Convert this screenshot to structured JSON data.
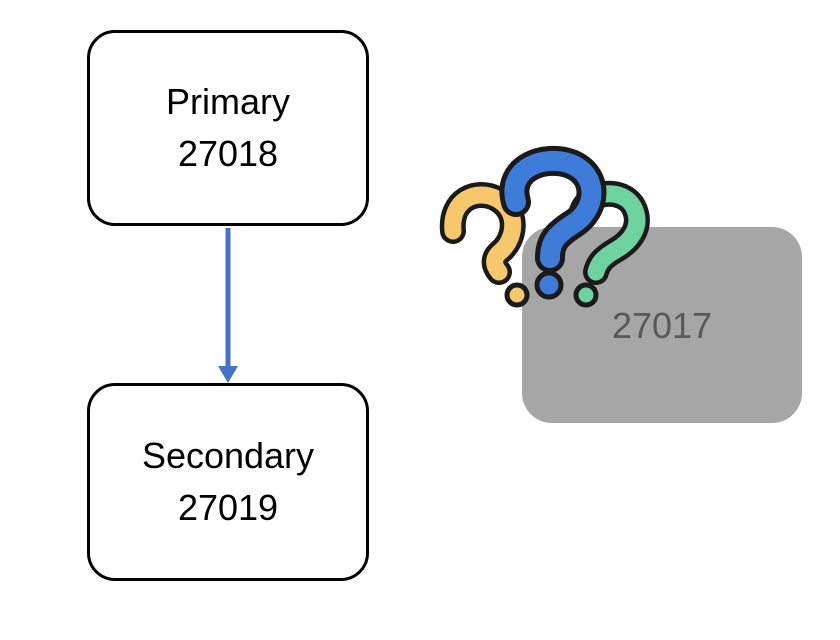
{
  "nodes": {
    "primary": {
      "label": "Primary",
      "port": "27018"
    },
    "secondary": {
      "label": "Secondary",
      "port": "27019"
    },
    "unknown": {
      "port": "27017"
    }
  },
  "edges": [
    {
      "from": "primary",
      "to": "secondary",
      "color": "#4472c4"
    }
  ],
  "icons": [
    {
      "name": "question-marks-icon",
      "colors": [
        "#f6c86b",
        "#3f7bd9",
        "#6fd3a0"
      ]
    }
  ]
}
